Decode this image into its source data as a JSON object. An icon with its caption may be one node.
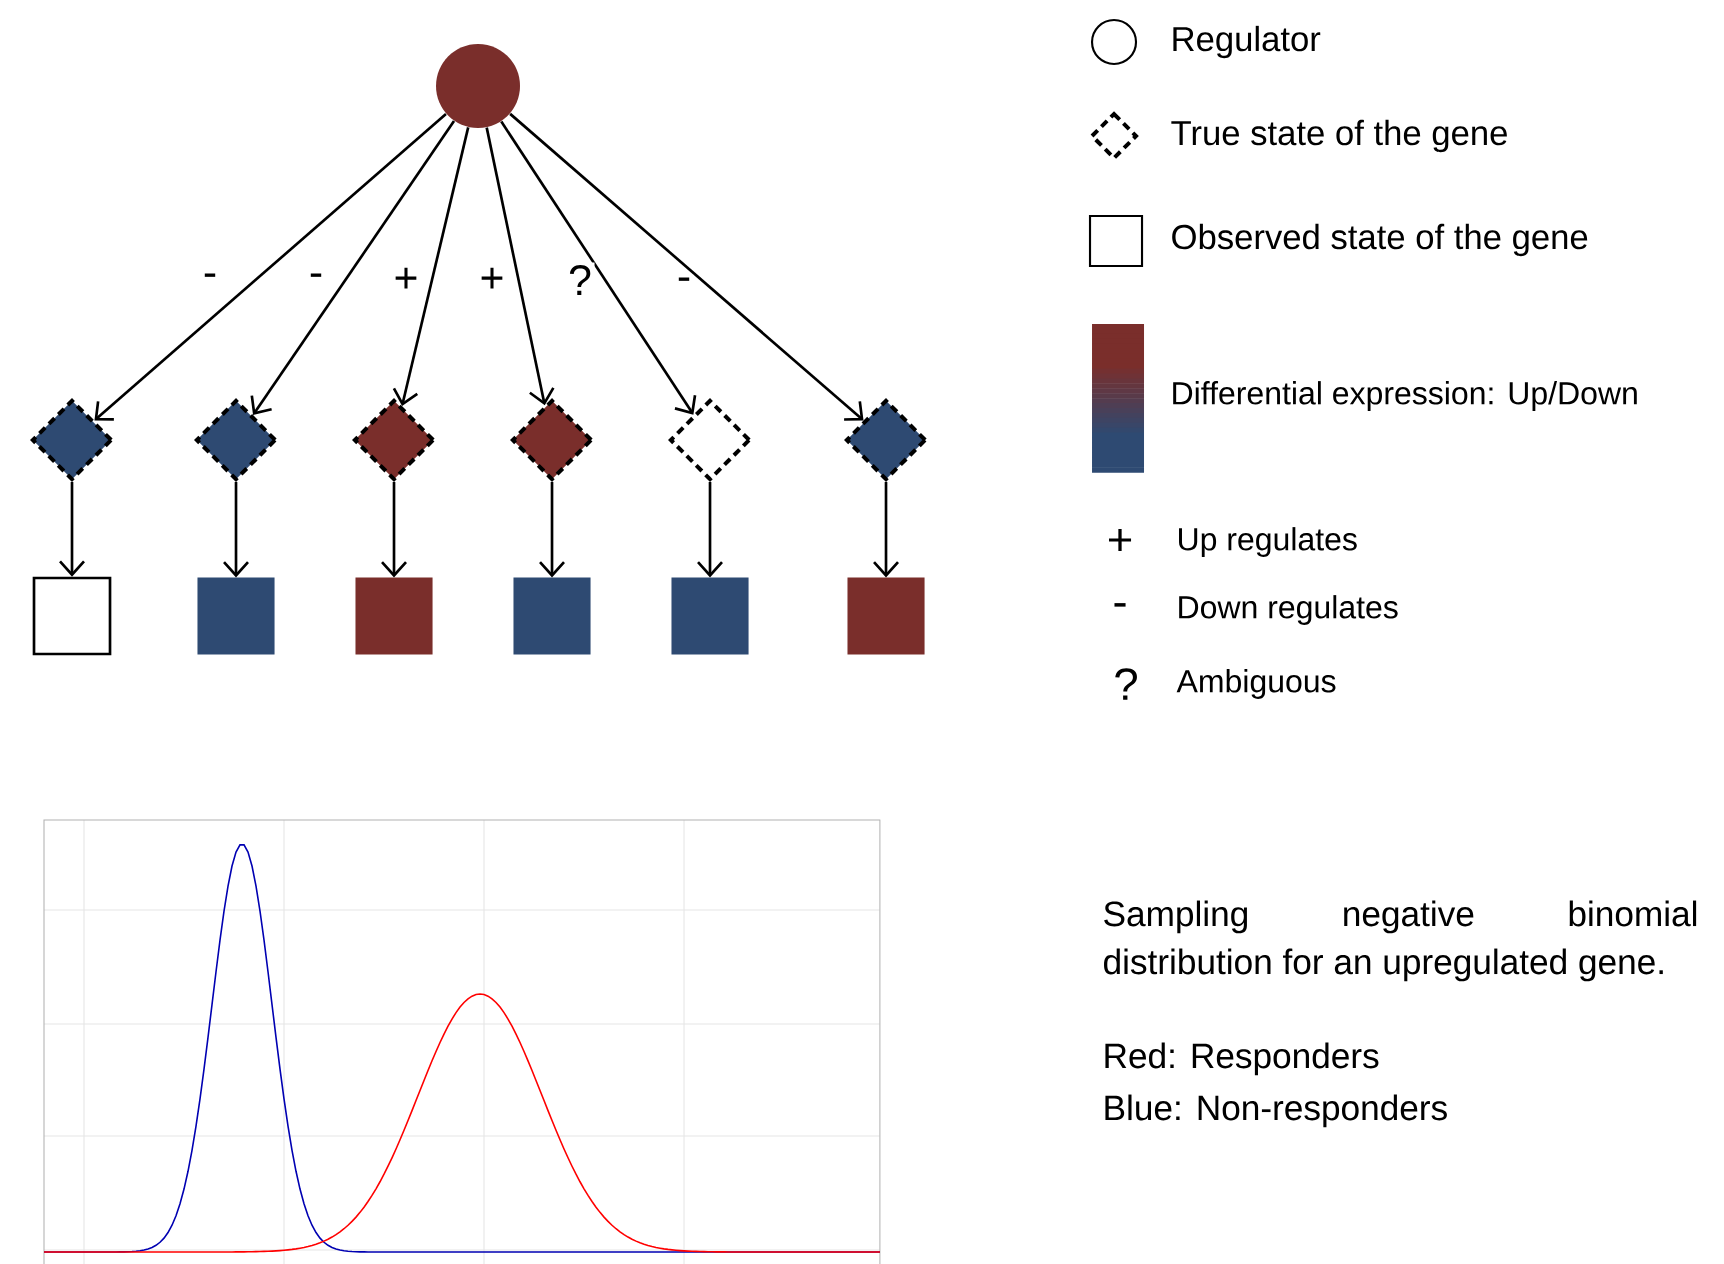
{
  "diagram": {
    "nodes": [
      {
        "text": [],
        "shape": "circle"
      },
      {
        "text": [],
        "shape": "diamond"
      },
      {
        "text": [],
        "shape": "diamond"
      },
      {
        "text": [],
        "shape": "diamond"
      },
      {
        "text": [],
        "shape": "diamond"
      },
      {
        "text": [],
        "shape": "diamond"
      },
      {
        "text": [],
        "shape": "diamond"
      },
      {
        "text": [],
        "shape": "box"
      },
      {
        "text": [],
        "shape": "box"
      },
      {
        "text": [],
        "shape": "box"
      },
      {
        "text": [],
        "shape": "box"
      },
      {
        "text": [],
        "shape": "box"
      },
      {
        "text": [],
        "shape": "box"
      }
    ],
    "edges": [
      {
        "from": 0,
        "to": 1,
        "arrow": "to",
        "label": "-"
      },
      {
        "from": 0,
        "to": 2,
        "arrow": "to",
        "label": "-"
      },
      {
        "from": 0,
        "to": 3,
        "arrow": "to",
        "label": "+"
      },
      {
        "from": 0,
        "to": 4,
        "arrow": "to",
        "label": "+"
      },
      {
        "from": 0,
        "to": 5,
        "arrow": "to",
        "label": "?"
      },
      {
        "from": 0,
        "to": 6,
        "arrow": "to",
        "label": "-"
      },
      {
        "from": 1,
        "to": 7,
        "arrow": "to"
      },
      {
        "from": 2,
        "to": 8,
        "arrow": "to"
      },
      {
        "from": 3,
        "to": 9,
        "arrow": "to"
      },
      {
        "from": 4,
        "to": 10,
        "arrow": "to"
      },
      {
        "from": 5,
        "to": 11,
        "arrow": "to"
      },
      {
        "from": 6,
        "to": 12,
        "arrow": "to"
      }
    ],
    "labels": [
      "+",
      "-",
      "?",
      "Sampling negative binomial distribution for an upregulated gene.",
      "Red: Responders",
      "Blue: Non-responders"
    ],
    "legend": [
      {
        "text": "Regulator"
      },
      {
        "text": "True state of the gene"
      },
      {
        "text": "Observed state of the gene"
      },
      {
        "text": "Differential expression: Up/Down"
      },
      {
        "text": "Up regulates"
      },
      {
        "text": "Down regulates"
      },
      {
        "text": "Ambiguous"
      }
    ]
  }
}
